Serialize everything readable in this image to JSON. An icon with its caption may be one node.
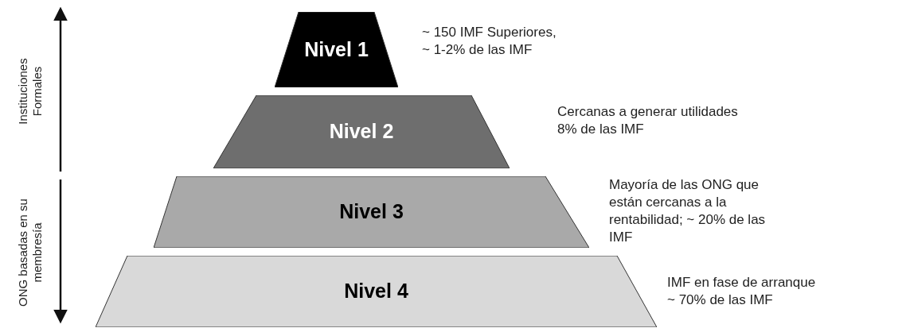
{
  "diagram": {
    "nodes": [
      {
        "text": [
          "Nivel 1"
        ],
        "beside": [
          "~ 150 IMF Superiores, ~ 1-2% de las IMF"
        ]
      },
      {
        "text": [
          "Nivel 2"
        ],
        "beside": [
          "Cercanas a generar utilidades 8% de las IMF"
        ]
      },
      {
        "text": [
          "Nivel 3"
        ],
        "beside": [
          "Mayoría de las ONG que están cercanas a la rentabilidad; ~ 20% de las IMF"
        ]
      },
      {
        "text": [
          "Nivel 4"
        ],
        "beside": [
          "IMF en fase de arranque ~ 70% de las IMF"
        ]
      }
    ],
    "edges": [],
    "labels": [
      "Instituciones Formales",
      "ONG basadas en su membresía"
    ]
  }
}
